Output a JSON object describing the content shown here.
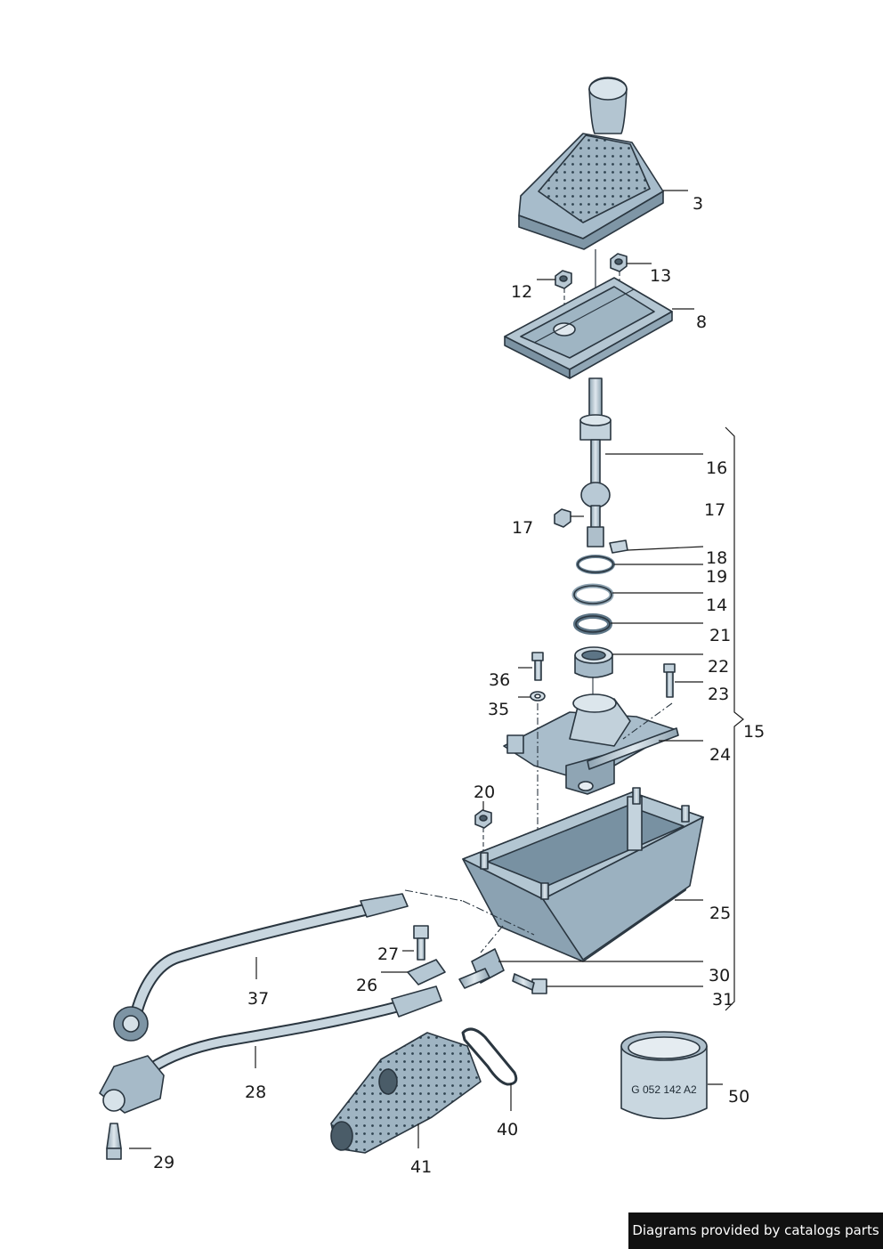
{
  "callouts": {
    "c3": "3",
    "c13": "13",
    "c12": "12",
    "c8": "8",
    "c16": "16",
    "c17a": "17",
    "c17b": "17",
    "c18": "18",
    "c19": "19",
    "c14": "14",
    "c21": "21",
    "c22": "22",
    "c23": "23",
    "c36": "36",
    "c35": "35",
    "c15": "15",
    "c24": "24",
    "c20": "20",
    "c25": "25",
    "c27": "27",
    "c26": "26",
    "c30": "30",
    "c31": "31",
    "c37": "37",
    "c28": "28",
    "c29": "29",
    "c40": "40",
    "c41": "41",
    "c50": "50"
  },
  "part_marking": "G 052 142 A2",
  "credit": "Diagrams provided by catalogs parts",
  "colors": {
    "part_fill": "#b7c8d4",
    "part_dark": "#6f8798",
    "outline": "#2a3640",
    "leader": "#1a1a1a",
    "banner_bg": "#111111"
  }
}
